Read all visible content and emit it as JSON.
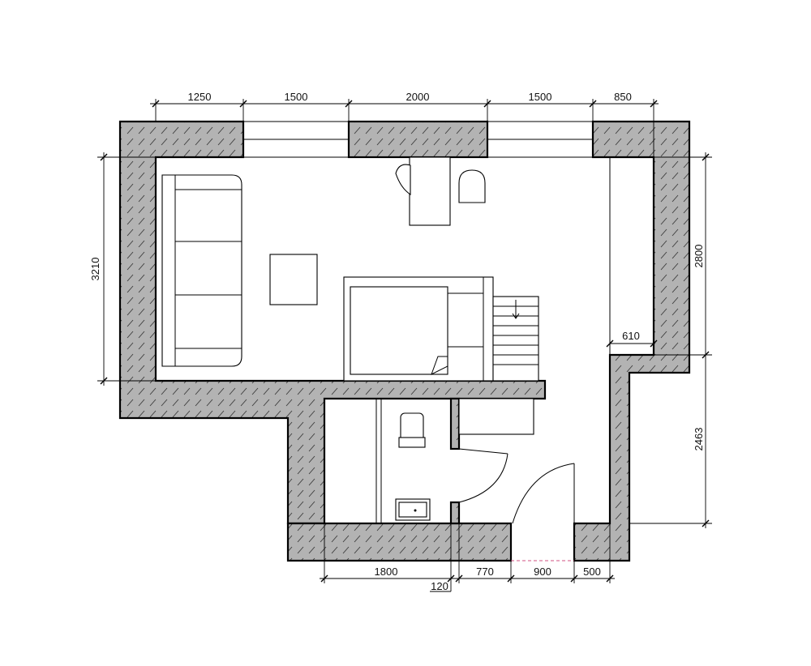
{
  "dimensions": {
    "top": [
      "1250",
      "1500",
      "2000",
      "1500",
      "850"
    ],
    "left": "3210",
    "right_upper": "2800",
    "right_lower": "2463",
    "recess": "610",
    "bottom": [
      "1800",
      "120",
      "770",
      "900",
      "500"
    ]
  },
  "colors": {
    "wall_fill": "#b3b3b3",
    "line": "#000000",
    "door_threshold": "#d05080"
  }
}
